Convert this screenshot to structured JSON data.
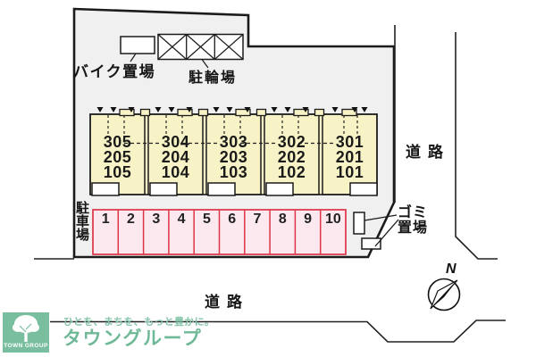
{
  "diagram": {
    "bike_area": {
      "label": "バイク置場"
    },
    "bicycle_area": {
      "label": "駐輪場"
    },
    "building": {
      "units": [
        {
          "rooms": [
            "305",
            "205",
            "105"
          ]
        },
        {
          "rooms": [
            "304",
            "204",
            "104"
          ]
        },
        {
          "rooms": [
            "303",
            "203",
            "103"
          ]
        },
        {
          "rooms": [
            "302",
            "202",
            "102"
          ]
        },
        {
          "rooms": [
            "301",
            "201",
            "101"
          ]
        }
      ]
    },
    "parking": {
      "label": "駐車場",
      "spaces": [
        "1",
        "2",
        "3",
        "4",
        "5",
        "6",
        "7",
        "8",
        "9",
        "10"
      ]
    },
    "garbage": {
      "line1": "ゴミ",
      "line2": "置場"
    },
    "roads": {
      "right": "道路",
      "bottom": "道路"
    },
    "compass": {
      "north": "N"
    }
  },
  "logo": {
    "tagline": "ひとを、まちを、もっと豊かに。",
    "name": "タウングループ",
    "badge": "TOWN GROUP"
  },
  "colors": {
    "property_fill": "#f0f0f0",
    "building_fill": "#f8f3c6",
    "parking_fill": "#fce9ef",
    "parking_border": "#dd3344",
    "logo_green": "#79bf9f",
    "line": "#1b1b1b"
  }
}
